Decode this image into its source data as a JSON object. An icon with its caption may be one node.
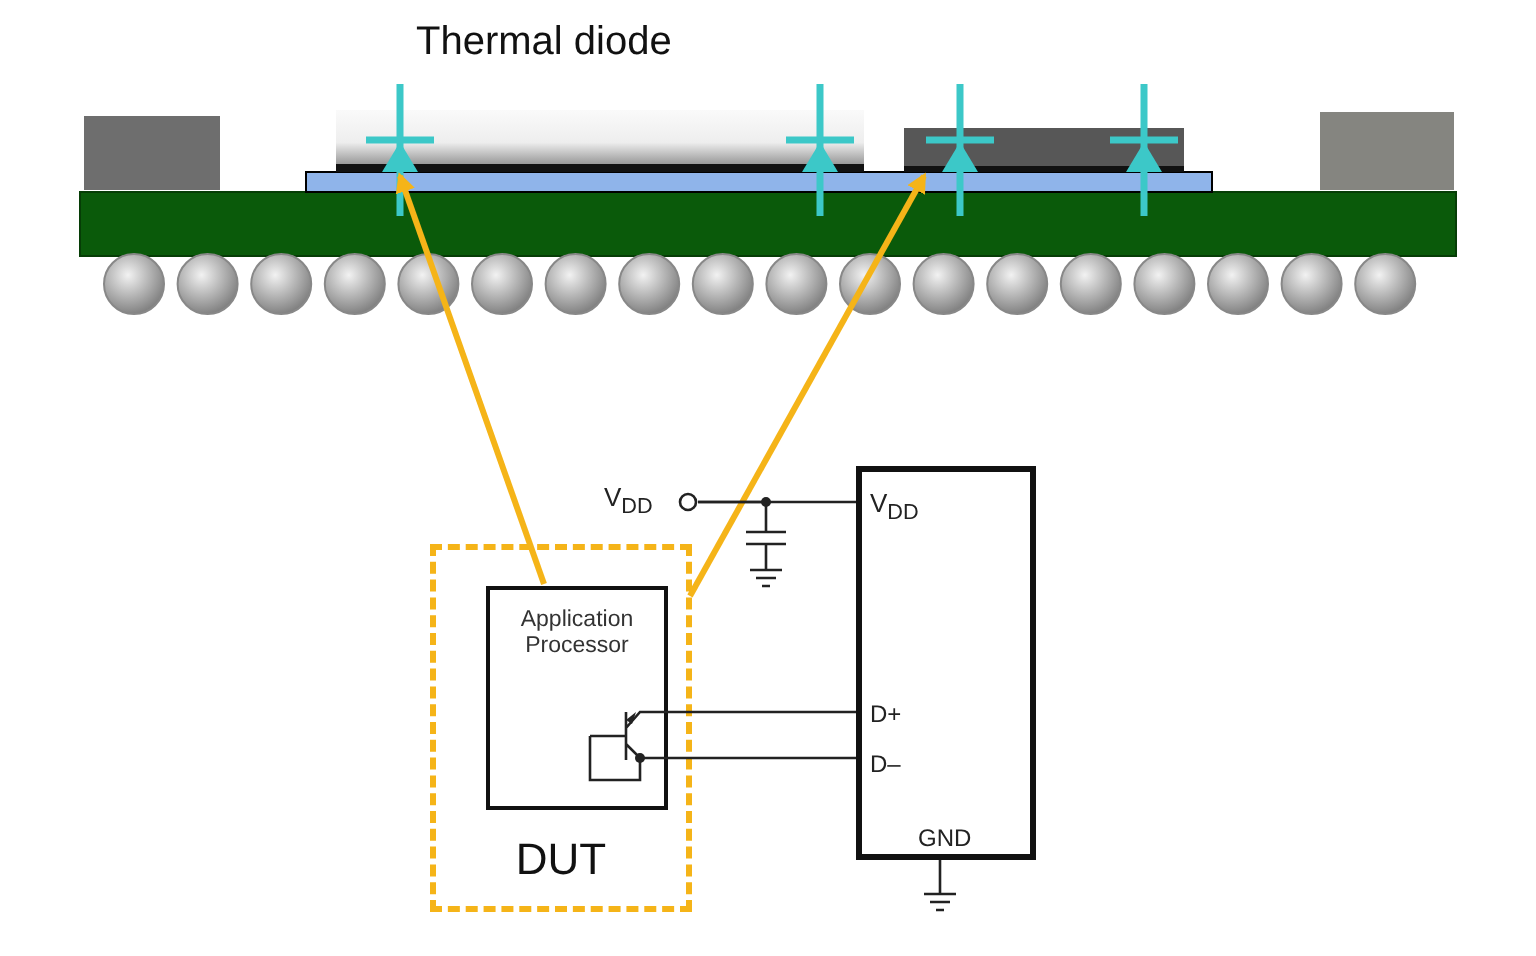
{
  "diagram": {
    "nodes": [
      {
        "text": [
          "DUT"
        ]
      },
      {
        "text": [
          "Application Processor"
        ],
        "in": 0
      },
      {
        "text": [
          "V$_{DD}$",
          "D+",
          "D–",
          "GND"
        ]
      },
      {
        "text": [],
        "shape": "box"
      },
      {
        "text": [],
        "shape": "box"
      },
      {
        "text": [
          "V$_{DD}$"
        ]
      },
      {
        "text": [],
        "shape": "capacitor"
      }
    ],
    "edges": [
      {
        "from": 1,
        "to": 3,
        "arrow": "to",
        "style": "thick",
        "color": "#f5b418"
      },
      {
        "from": 1,
        "to": 4,
        "arrow": "to",
        "style": "thick",
        "color": "#f5b418"
      },
      {
        "from": 1,
        "to": 2,
        "arrow": "none"
      },
      {
        "from": 1,
        "to": 2,
        "arrow": "none"
      },
      {
        "from": 5,
        "to": 2,
        "arrow": "none"
      },
      {
        "from": 5,
        "to": 6,
        "arrow": "none"
      }
    ],
    "labels": [
      "Thermal diode"
    ]
  }
}
